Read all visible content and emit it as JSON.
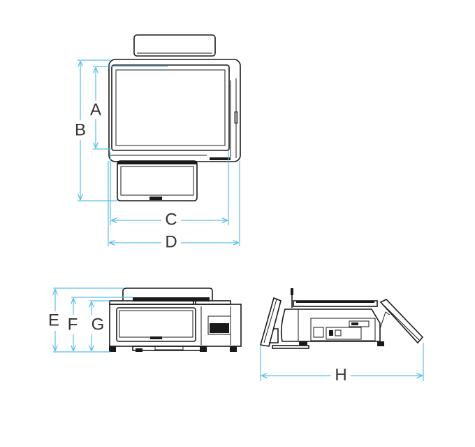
{
  "dimension_labels": {
    "A": "A",
    "B": "B",
    "C": "C",
    "D": "D",
    "E": "E",
    "F": "F",
    "G": "G",
    "H": "H"
  },
  "colors": {
    "dimension_line": "#5bbfea",
    "outline": "#1a1a1a"
  }
}
